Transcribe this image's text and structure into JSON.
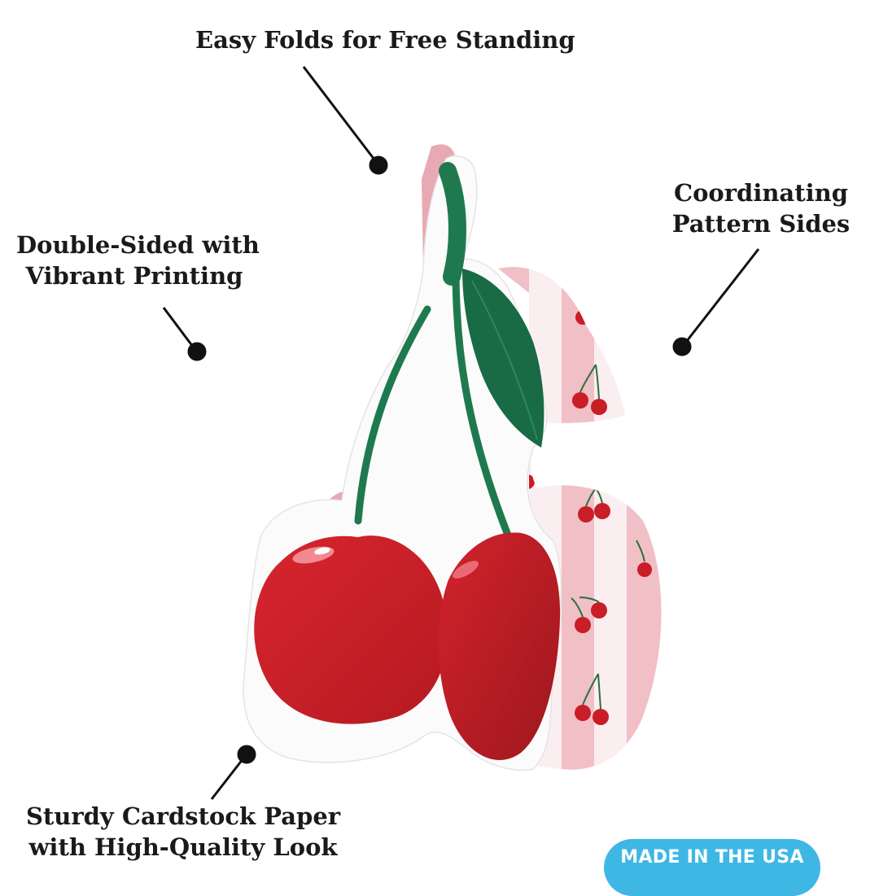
{
  "callouts": {
    "folds": {
      "line1": "Easy Folds for Free Standing"
    },
    "coordinating": {
      "line1": "Coordinating",
      "line2": "Pattern Sides"
    },
    "double_sided": {
      "line1": "Double-Sided with",
      "line2": "Vibrant Printing"
    },
    "sturdy": {
      "line1": "Sturdy Cardstock Paper",
      "line2": "with High-Quality Look"
    }
  },
  "badge": {
    "label": "MADE IN THE USA"
  },
  "colors": {
    "cherry_red": "#d0202b",
    "stem_green": "#1e7a4e",
    "leaf_green": "#186b45",
    "pattern_pink": "#f1bfc6",
    "badge_blue": "#3fb7e5",
    "text": "#1a1a1a"
  },
  "illustration": {
    "subject": "cherry-shaped-standing-cardstock-decoration"
  }
}
